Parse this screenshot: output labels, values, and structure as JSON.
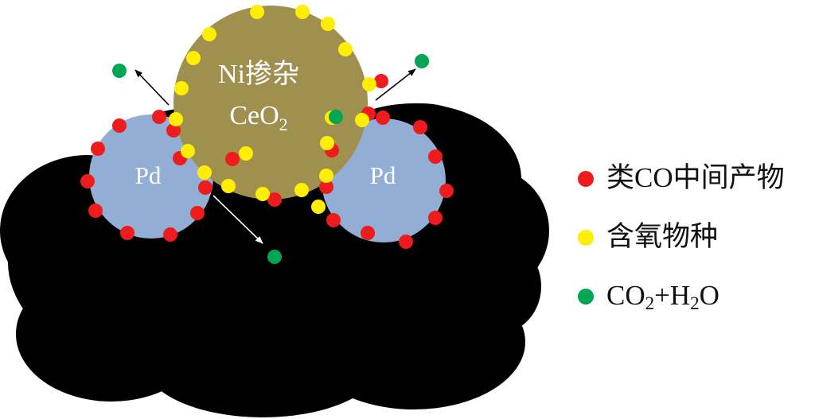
{
  "diagram": {
    "support_particle": {
      "label_line1": "Ni掺杂",
      "label_line2_main": "CeO",
      "label_line2_sub": "2"
    },
    "left_particle_label": "Pd",
    "right_particle_label": "Pd"
  },
  "legend": {
    "items": [
      {
        "label": "类CO中间产物",
        "color": "#ee1c1c"
      },
      {
        "label": "含氧物种",
        "color": "#ffee00"
      },
      {
        "label_parts": [
          "CO",
          "2",
          "+H",
          "2",
          "O"
        ],
        "color": "#00a651"
      }
    ]
  },
  "colors": {
    "carbon_support": "#000000",
    "ceo2_particle": "#a09050",
    "pd_particle": "#93aed4",
    "dot_outline": "#ffffff"
  }
}
